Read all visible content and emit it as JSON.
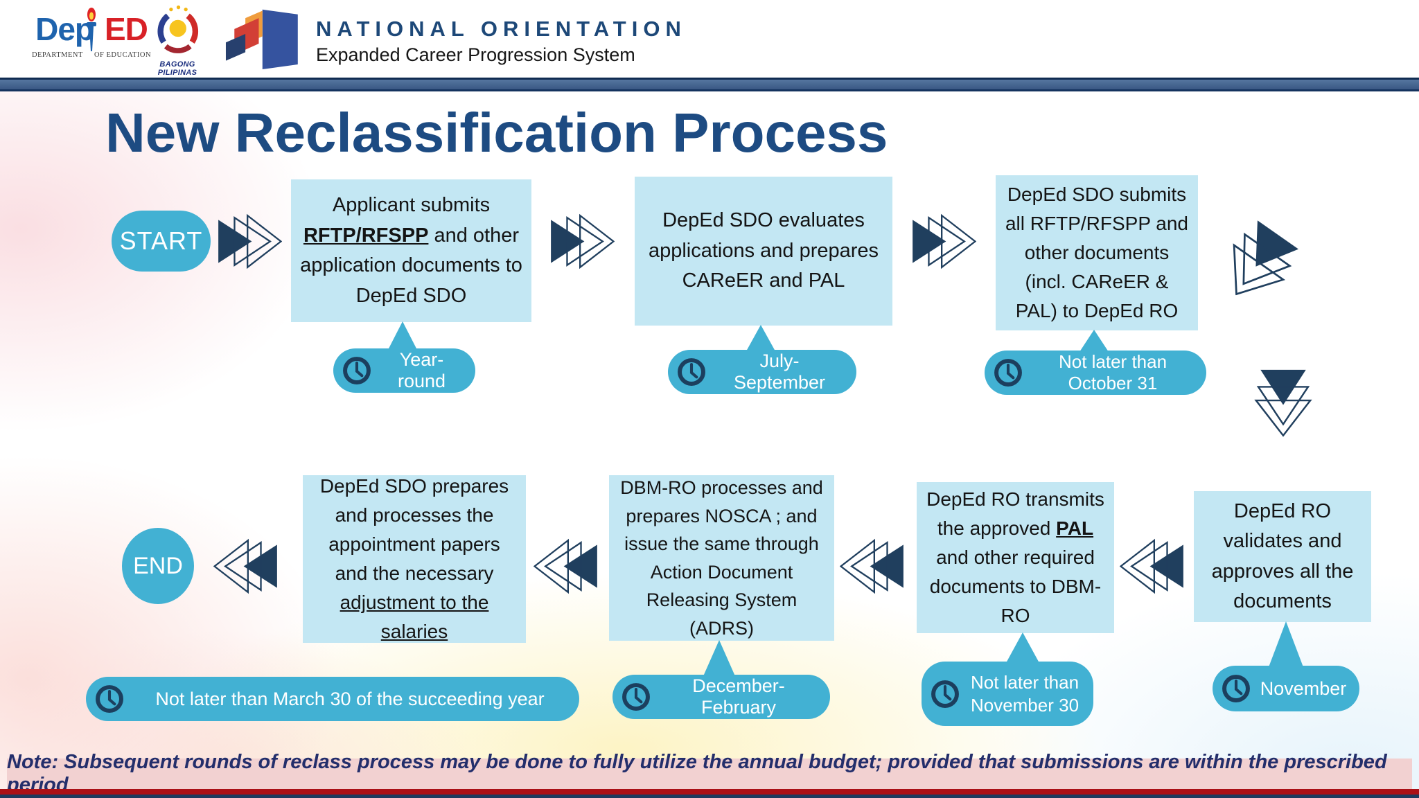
{
  "header": {
    "deped": {
      "dep": "Dep",
      "ed": "ED",
      "dept": "DEPARTMENT",
      "of_edu": "OF EDUCATION"
    },
    "bagong_caption": "BAGONG PILIPINAS",
    "title": "NATIONAL ORIENTATION",
    "subtitle": "Expanded Career Progression System"
  },
  "slide": {
    "title": "New Reclassification Process",
    "note": "Note: Subsequent rounds of reclass process may be done to fully utilize the annual budget; provided that submissions are within the prescribed period"
  },
  "flow": {
    "start_label": "START",
    "end_label": "END",
    "boxes": [
      {
        "pre": "Applicant submits ",
        "em": "RFTP/RFSPP",
        "post": " and other application documents to DepEd SDO",
        "badge": "Year-round"
      },
      {
        "pre": "DepEd SDO evaluates applications and prepares CAReER and PAL",
        "badge": "July-September"
      },
      {
        "pre": "DepEd SDO submits all RFTP/RFSPP and other documents (incl. CAReER & PAL) to DepEd RO",
        "badge": "Not later than October 31"
      },
      {
        "pre": "DepEd RO validates and approves all the documents",
        "badge": "November"
      },
      {
        "pre": "DepEd RO transmits the approved ",
        "em": "PAL",
        "post": " and other required documents to DBM-RO",
        "badge": "Not later than November 30"
      },
      {
        "pre": "DBM-RO processes and prepares NOSCA ; and issue the same through Action Document Releasing System (ADRS)",
        "badge": "December-February"
      },
      {
        "pre": "DepEd SDO prepares and processes the appointment papers and the necessary ",
        "em": "adjustment to the salaries",
        "badge": "Not later than March 30 of the succeeding year"
      }
    ]
  },
  "colors": {
    "teal": "#42b1d3",
    "box_blue": "#c3e7f3",
    "arrow_navy": "#203f5e",
    "title_navy": "#1d4b82",
    "note_bg": "#f2d1d1",
    "note_text": "#232e6b",
    "red_bar": "#aa1016"
  }
}
